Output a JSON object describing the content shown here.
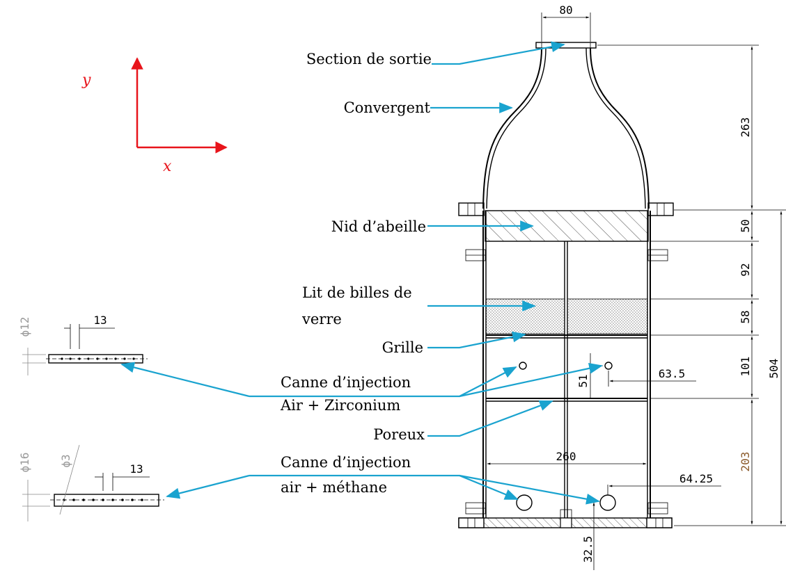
{
  "axes": {
    "x_label": "x",
    "y_label": "y",
    "color": "#e8141b"
  },
  "labels": {
    "section_sortie": "Section de sortie",
    "convergent": "Convergent",
    "nid_abeille": "Nid d’abeille",
    "lit_billes_line1": "Lit de billes de",
    "lit_billes_line2": "verre",
    "grille": "Grille",
    "canne_air_zr_line1": "Canne d’injection",
    "canne_air_zr_line2": "Air + Zirconium",
    "poreux": "Poreux",
    "canne_ch4_line1": "Canne d’injection",
    "canne_ch4_line2": "air + méthane"
  },
  "dimensions": {
    "top_width": "80",
    "convergent_height": "263",
    "honeycomb": "50",
    "gap_92": "92",
    "beads": "58",
    "gap_101": "101",
    "gap_203": "203",
    "total_504": "504",
    "offset_51": "51",
    "offset_63_5": "63.5",
    "width_260": "260",
    "offset_64_25": "64.25",
    "bottom_32_5": "32.5",
    "detail1_diam": "ϕ12",
    "detail1_pitch": "13",
    "detail2_diam": "ϕ16",
    "detail2_hole": "ϕ3",
    "detail2_pitch": "13"
  },
  "colors": {
    "arrow": "#1aa3cf",
    "axis": "#e8141b",
    "dim_203": "#8b5a2b"
  }
}
